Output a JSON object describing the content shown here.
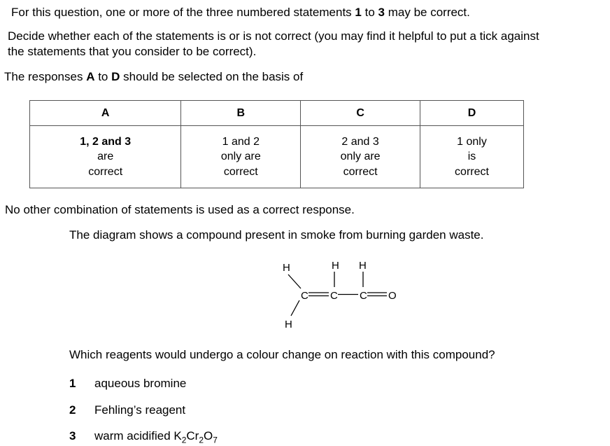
{
  "intro": {
    "line1_a": "For this",
    "line1_b": "question, one or more of the three numbered statements",
    "line1_n1": "1",
    "line1_to": "to",
    "line1_n3": "3",
    "line1_c": "may be correct.",
    "line2": "Decide whether each of the statements is or is not correct (you may find it helpful to put a tick against",
    "line3": "the statements that you consider to be correct).",
    "line4_a": "The responses",
    "line4_A": "A",
    "line4_to": "to",
    "line4_D": "D",
    "line4_b": "should be selected on the basis of"
  },
  "table": {
    "headers": [
      "A",
      "B",
      "C",
      "D"
    ],
    "cells": [
      {
        "l1": "1, 2 and 3",
        "l2": "are",
        "l3": "correct"
      },
      {
        "l1": "1 and 2",
        "l2": "only are",
        "l3": "correct"
      },
      {
        "l1": "2 and 3",
        "l2": "only are",
        "l3": "correct"
      },
      {
        "l1": "1 only",
        "l2": "is",
        "l3": "correct"
      }
    ]
  },
  "after_table": "No other combination of statements is used as a correct response.",
  "question_stem": "The diagram shows a compound present in smoke from burning garden waste.",
  "molecule": {
    "h_top_left": "H",
    "h_top_mid": "H",
    "h_top_right": "H",
    "h_bottom": "H",
    "c1": "C",
    "c2": "C",
    "c3": "C",
    "o": "O"
  },
  "question": "Which reagents would undergo a colour change on reaction with this compound?",
  "options": [
    {
      "num": "1",
      "text": "aqueous bromine"
    },
    {
      "num": "2",
      "text": "Fehling’s reagent"
    },
    {
      "num": "3",
      "text_prefix": "warm acidified K",
      "sub1": "2",
      "mid1": "Cr",
      "sub2": "2",
      "mid2": "O",
      "sub3": "7"
    }
  ]
}
